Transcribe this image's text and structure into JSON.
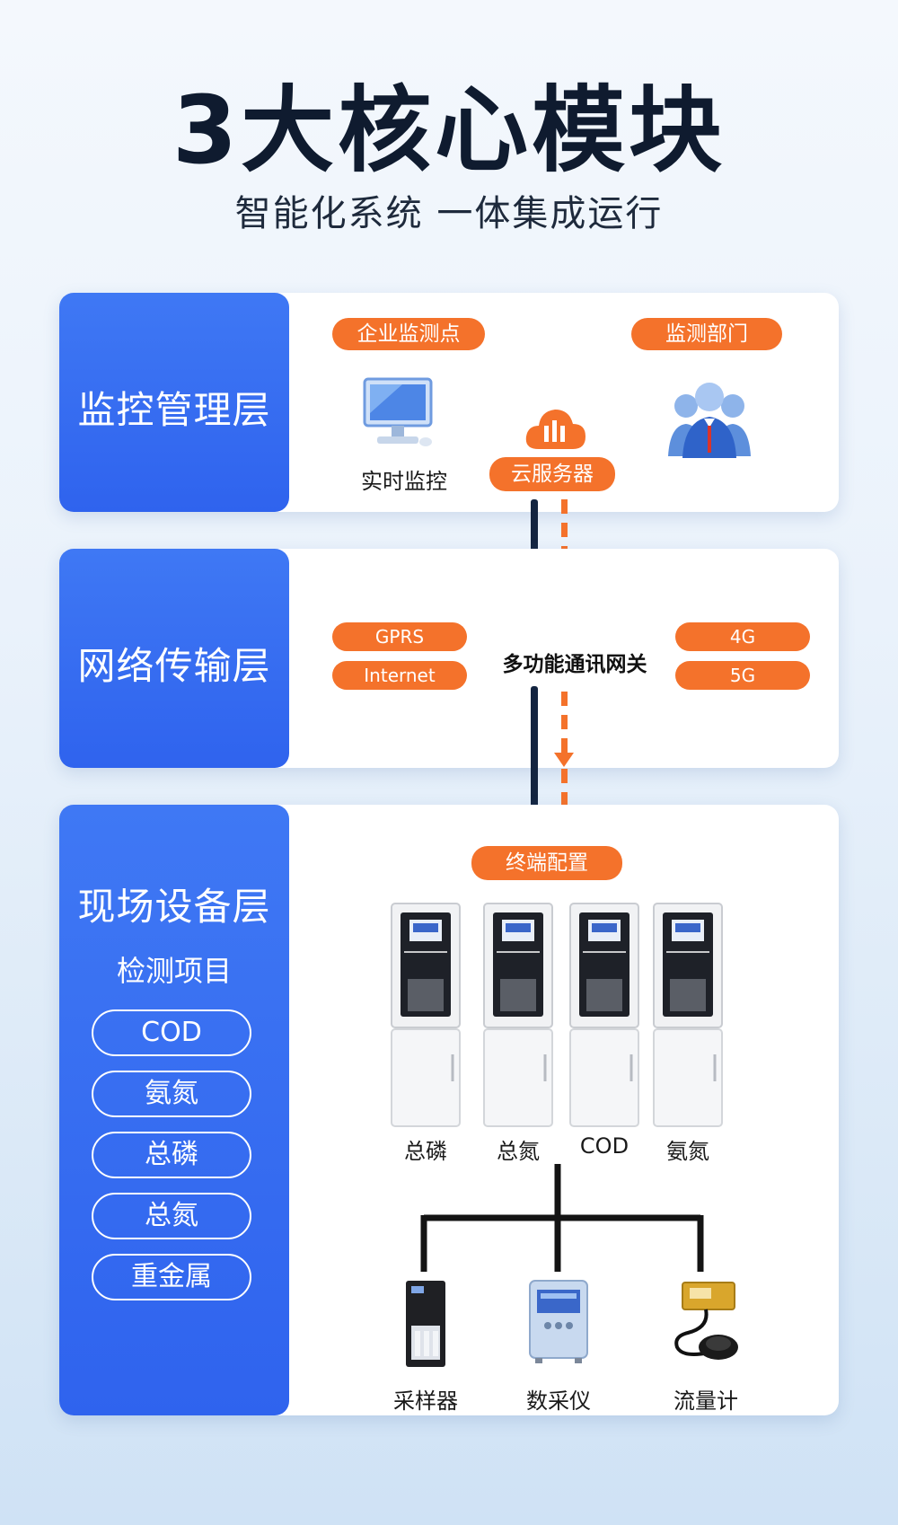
{
  "header": {
    "title": "3大核心模块",
    "subtitle": "智能化系统 一体集成运行"
  },
  "layers": {
    "management": {
      "label": "监控管理层",
      "enterprise_point": "企业监测点",
      "monitoring_dept": "监测部门",
      "realtime": "实时监控",
      "cloud": "云服务器"
    },
    "network": {
      "label": "网络传输层",
      "left_tags": [
        "GPRS",
        "Internet"
      ],
      "right_tags": [
        "4G",
        "5G"
      ],
      "gateway": "多功能通讯网关"
    },
    "field": {
      "label": "现场设备层",
      "items_title": "检测项目",
      "items": [
        "COD",
        "氨氮",
        "总磷",
        "总氮",
        "重金属"
      ],
      "terminal": "终端配置",
      "analyzers": [
        "总磷",
        "总氮",
        "COD",
        "氨氮"
      ],
      "peripherals": [
        "采样器",
        "数采仪",
        "流量计"
      ]
    }
  },
  "colors": {
    "accent_blue": "#3f78f4",
    "accent_orange": "#f4722b",
    "line_dark": "#132440"
  },
  "icons": [
    "monitor-icon",
    "cloud-server-icon",
    "people-group-icon",
    "analyzer-cabinet-icon",
    "sampler-icon",
    "data-logger-icon",
    "flow-meter-icon"
  ]
}
